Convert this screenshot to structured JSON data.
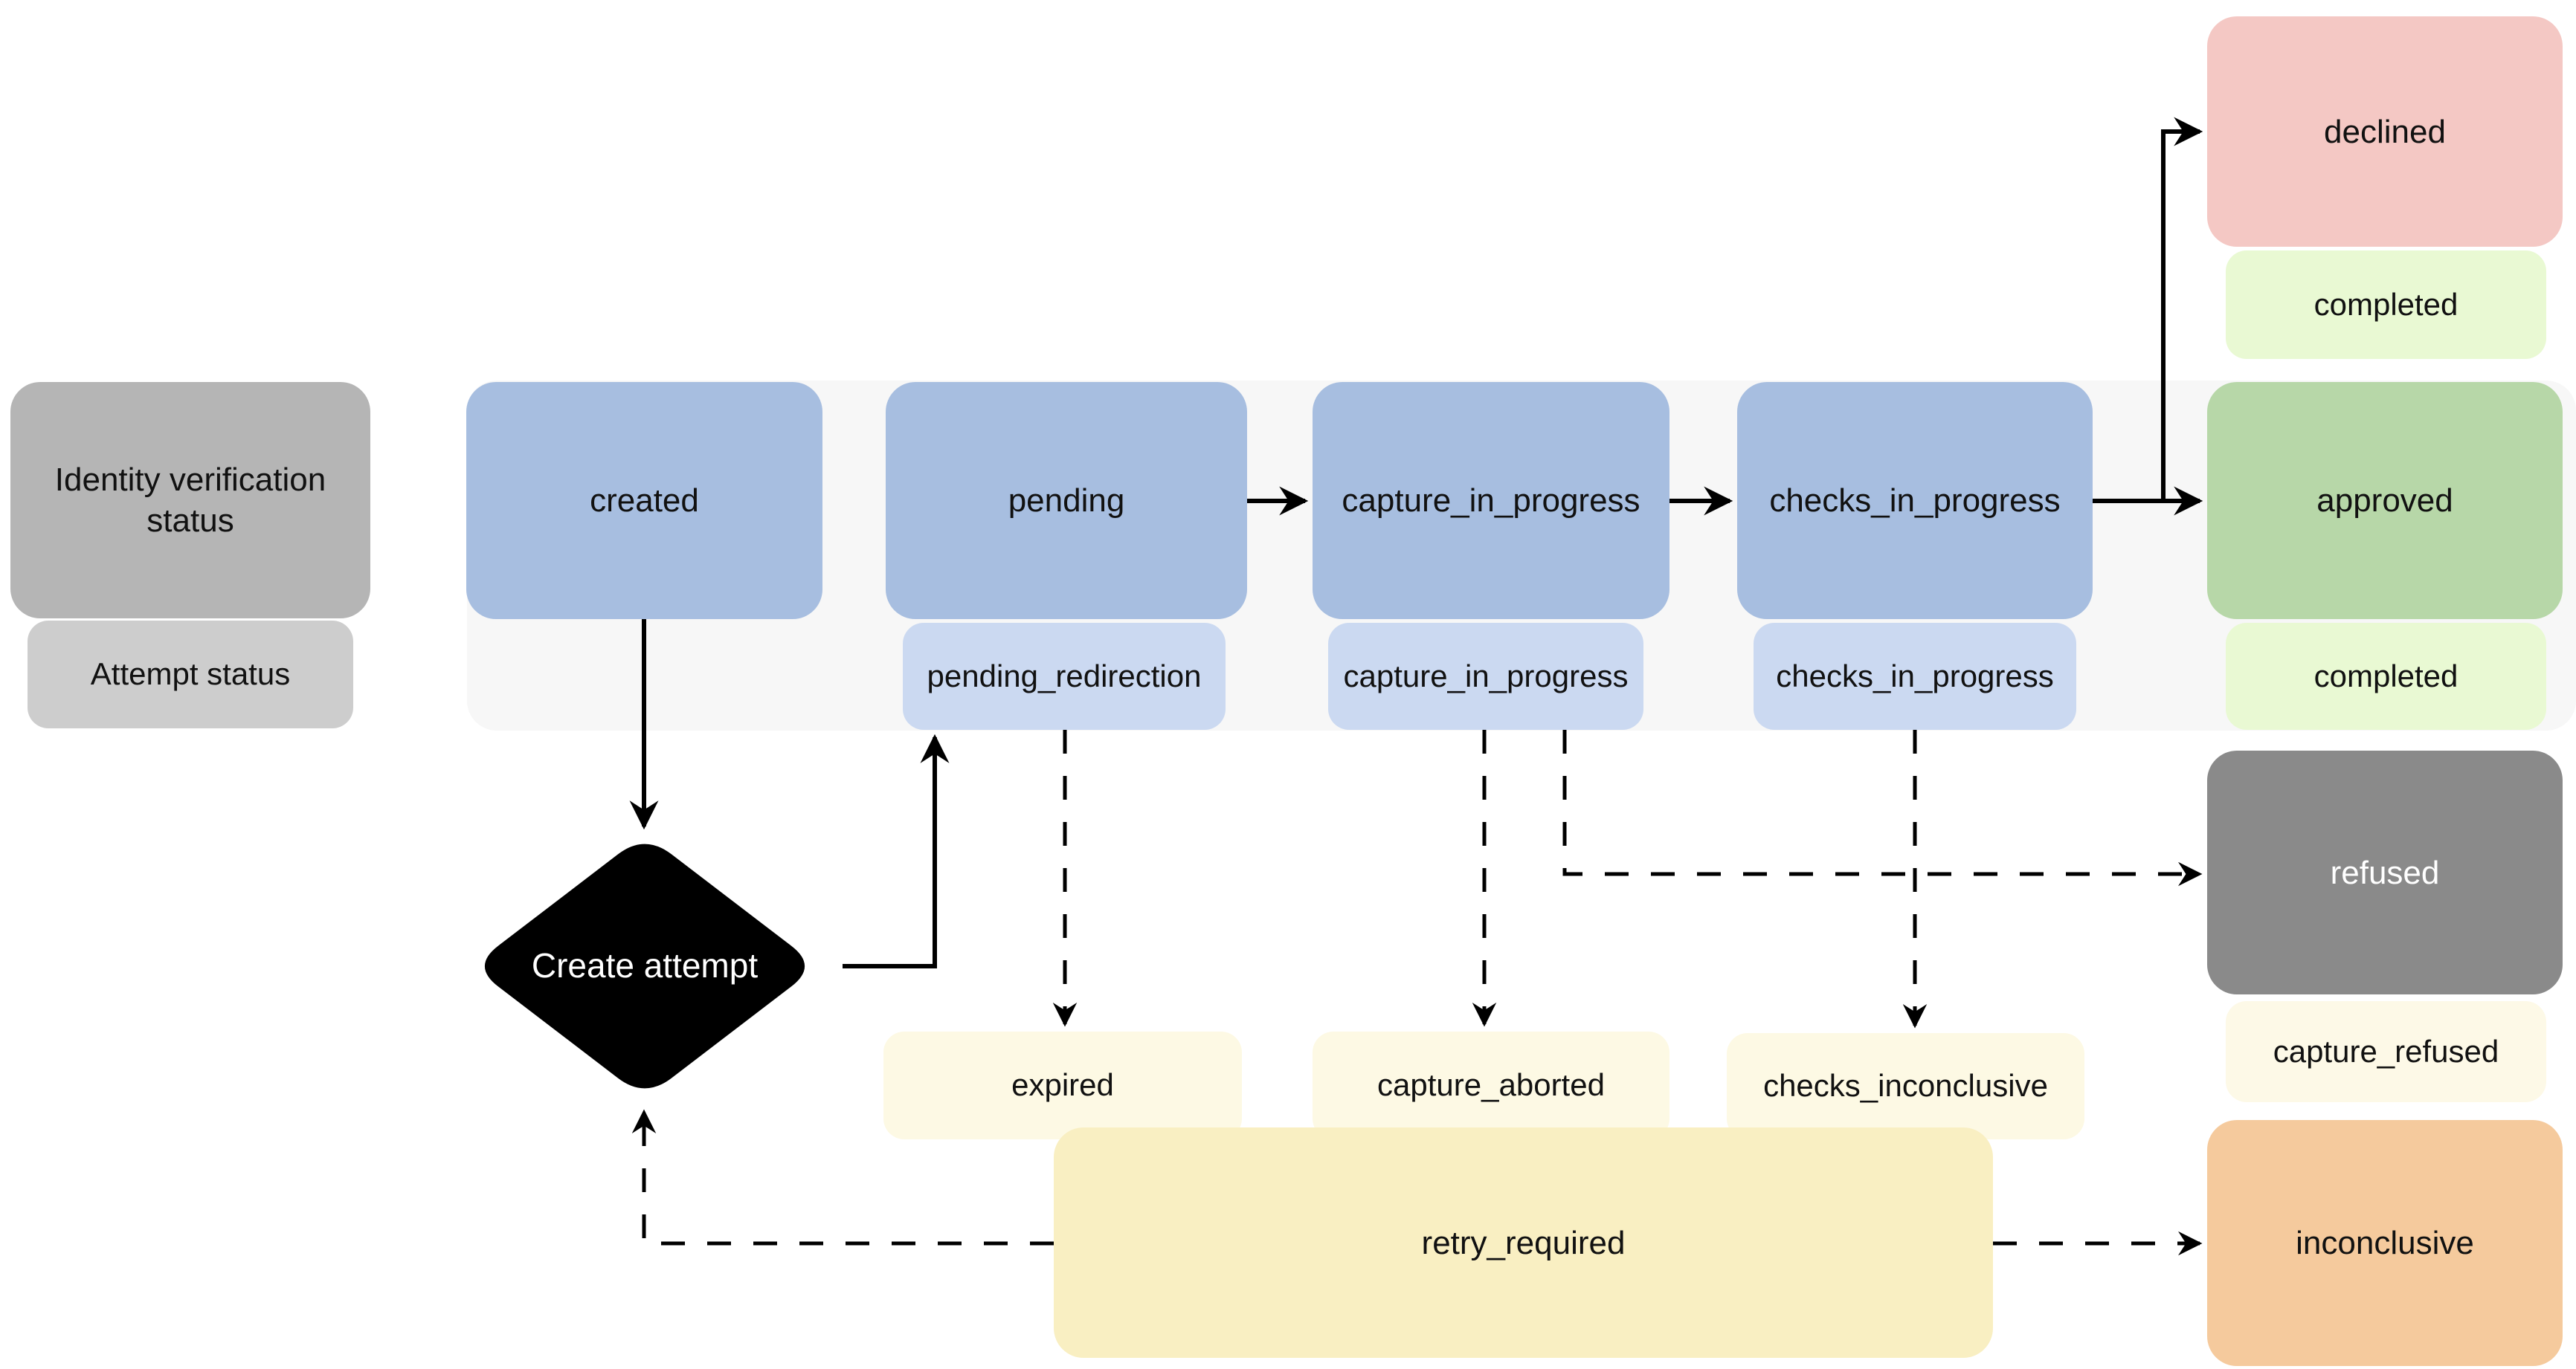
{
  "legend": {
    "identity_verification_status": "Identity verification status",
    "attempt_status": "Attempt status"
  },
  "identity_states": {
    "created": "created",
    "pending": "pending",
    "capture_in_progress": "capture_in_progress",
    "checks_in_progress": "checks_in_progress",
    "declined": "declined",
    "approved": "approved",
    "refused": "refused",
    "inconclusive": "inconclusive",
    "retry_required": "retry_required"
  },
  "attempt_states": {
    "pending_redirection": "pending_redirection",
    "capture_in_progress": "capture_in_progress",
    "checks_in_progress": "checks_in_progress",
    "completed_after_declined": "completed",
    "completed_after_approved": "completed",
    "capture_refused": "capture_refused",
    "expired": "expired",
    "capture_aborted": "capture_aborted",
    "checks_inconclusive": "checks_inconclusive"
  },
  "actions": {
    "create_attempt": "Create attempt"
  },
  "colors": {
    "identity_state_blue": "#a7bee0",
    "attempt_state_blue": "#cbd9f1",
    "row_band_gray": "#f7f7f7",
    "legend_identity_gray": "#b5b5b5",
    "legend_attempt_gray": "#cdcdcd",
    "declined_red": "#f4c8c4",
    "approved_green": "#b7d7a8",
    "completed_green": "#e9f9d3",
    "refused_gray": "#8a8a8a",
    "attempt_failure_cream": "#fdf9e4",
    "retry_yellow": "#f9efc2",
    "inconclusive_orange": "#f5ca9d",
    "action_black": "#000000",
    "edge_black": "#000000"
  }
}
